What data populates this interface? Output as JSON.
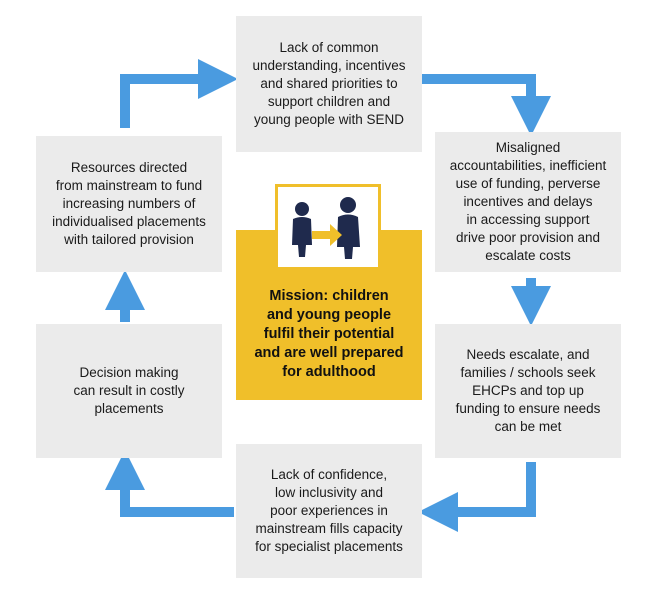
{
  "colors": {
    "arrow": "#4a9be0",
    "box_bg": "#ebebeb",
    "mission_bg": "#f0bf2a",
    "figure": "#1f2a4d"
  },
  "cycle": {
    "top": "Lack of common\nunderstanding, incentives\nand shared priorities to\nsupport children and\nyoung people with SEND",
    "right_upper": "Misaligned\naccountabilities, inefficient\nuse of funding, perverse\nincentives and delays\nin accessing support\ndrive poor provision and\nescalate costs",
    "right_lower": "Needs escalate, and\nfamilies / schools seek\nEHCPs and top up\nfunding to ensure needs\ncan be met",
    "bottom": "Lack of confidence,\nlow inclusivity and\npoor experiences in\nmainstream fills capacity\nfor specialist placements",
    "left_lower": "Decision making\ncan result in costly\nplacements",
    "left_upper": "Resources directed\nfrom mainstream to fund\nincreasing numbers of\nindividualised placements\nwith tailored provision"
  },
  "center": {
    "mission": "Mission: children\nand young people\nfulfil their potential\nand are well prepared\nfor adulthood",
    "icon": "people-handover-icon"
  }
}
